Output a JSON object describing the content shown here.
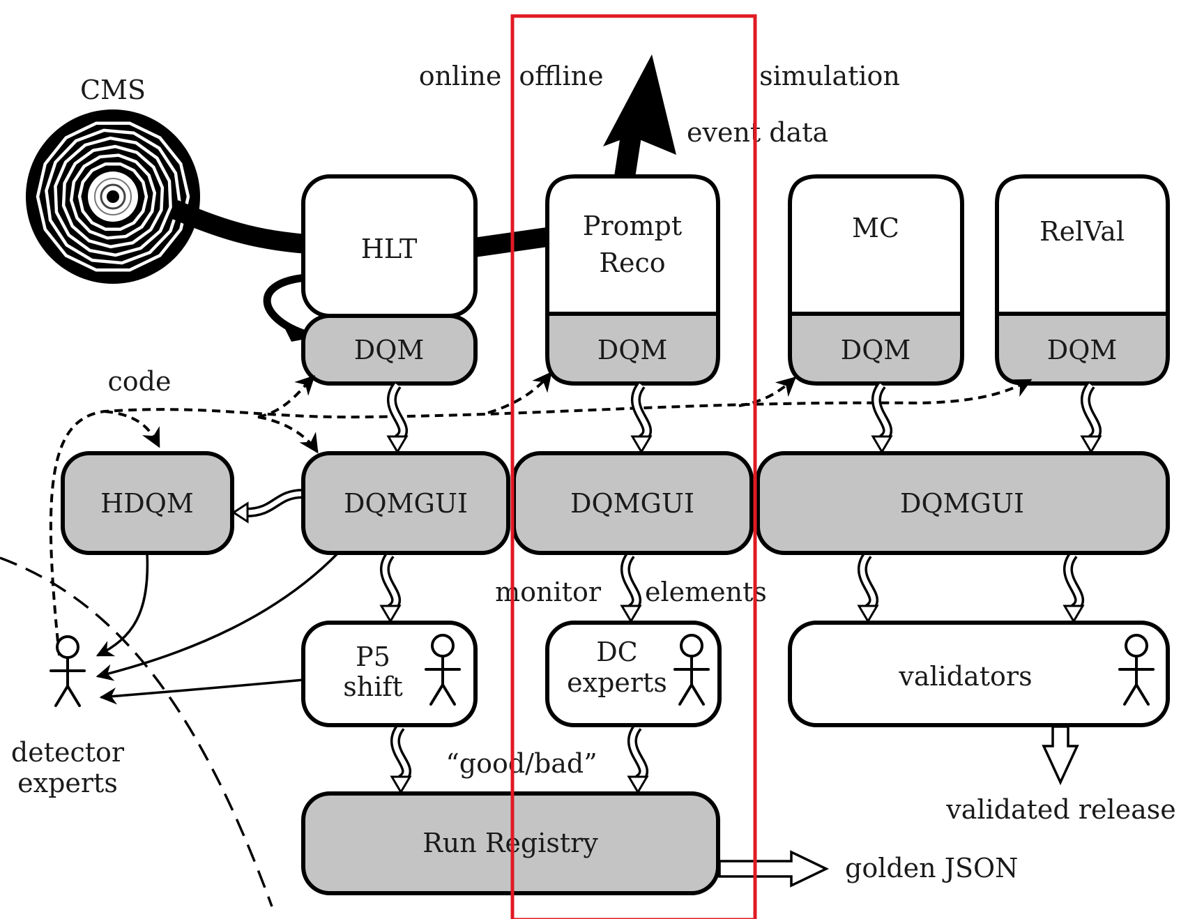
{
  "labels": {
    "cms": "CMS",
    "online": "online",
    "offline": "offline",
    "simulation": "simulation",
    "event_data": "event data",
    "code": "code",
    "detector_experts_line1": "detector",
    "detector_experts_line2": "experts",
    "monitor": "monitor",
    "elements": "elements",
    "good_bad": "“good/bad”",
    "golden_json": "golden JSON",
    "validated_release": "validated release"
  },
  "boxes": {
    "hlt": "HLT",
    "prompt_reco_line1": "Prompt",
    "prompt_reco_line2": "Reco",
    "mc": "MC",
    "relval": "RelVal",
    "dqm": "DQM",
    "hdqm": "HDQM",
    "dqmgui": "DQMGUI",
    "p5_shift_line1": "P5",
    "p5_shift_line2": "shift",
    "dc_experts_line1": "DC",
    "dc_experts_line2": "experts",
    "validators": "validators",
    "run_registry": "Run Registry"
  },
  "colors": {
    "box_fill_white": "#ffffff",
    "box_fill_grey": "#c4c4c4",
    "outline": "#000000",
    "highlight_frame": "#e01b24"
  },
  "icons": [
    "cms-detector-icon",
    "person-icon",
    "arrow-icon"
  ]
}
